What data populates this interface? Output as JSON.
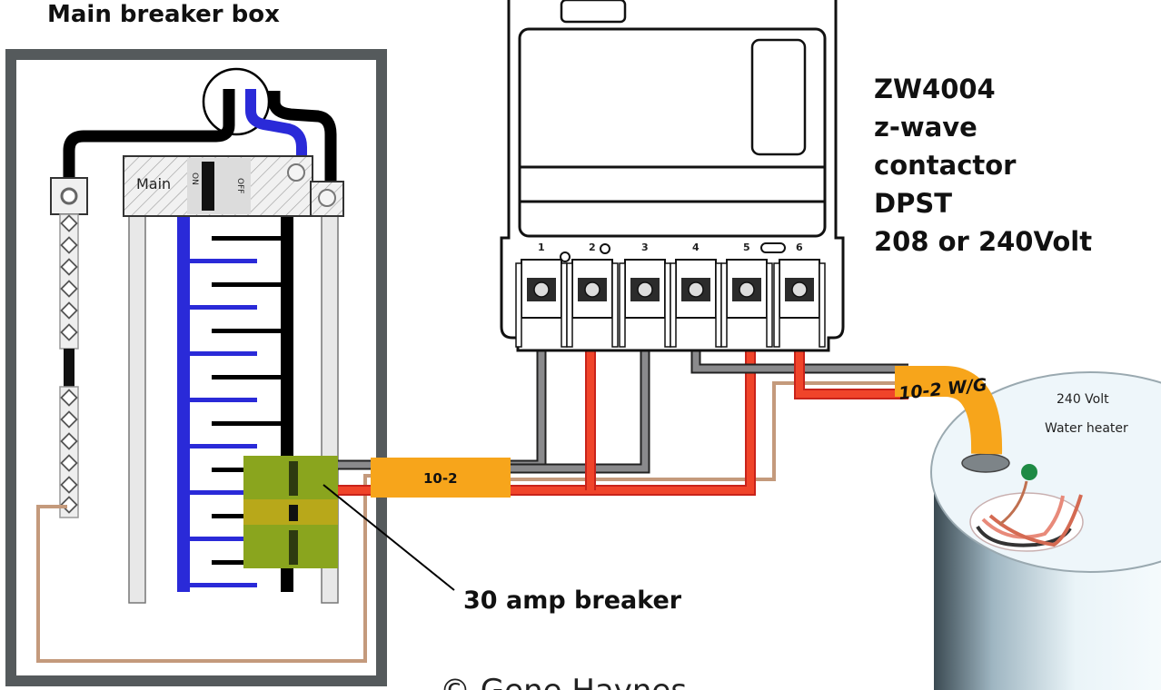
{
  "labels": {
    "panel_title": "Main breaker box",
    "main_breaker": "Main",
    "main_on": "ON",
    "main_off": "OFF",
    "breaker_callout": "30 amp breaker",
    "cable_feed": "10-2",
    "cable_heater": "10-2 W/G",
    "copyright": "© Gene Haynes",
    "heater_line1": "240 Volt",
    "heater_line2": "Water heater"
  },
  "contactor": {
    "lines": [
      "ZW4004",
      "z-wave",
      "contactor",
      "DPST",
      "208 or 240Volt"
    ],
    "terminals": [
      "1",
      "2",
      "3",
      "4",
      "5",
      "6"
    ]
  },
  "colors": {
    "hot_wire": "#f0442a",
    "neutral_bus": "#2a2ad8",
    "hot_bus": "#000000",
    "gray_wire": "#8a8a8c",
    "ground_wire": "#c49a7c",
    "cable_jacket": "#f7a51b",
    "breaker": "#8aa51e",
    "panel_frame": "#555a5c"
  }
}
